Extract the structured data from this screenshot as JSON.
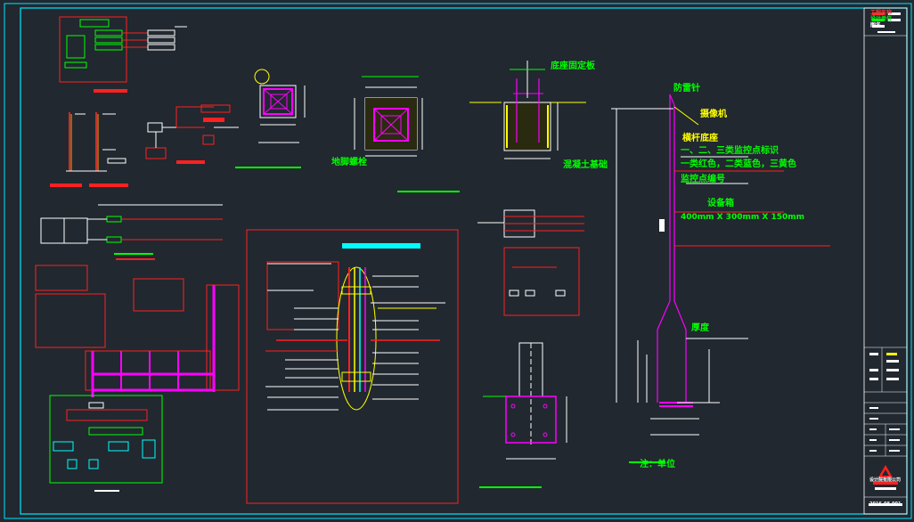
{
  "colors": {
    "background": "#212830",
    "frame": "#00e5ff",
    "white": "#ffffff",
    "red": "#ff2020",
    "green": "#00ff00",
    "yellow": "#ffff00",
    "magenta": "#ff00ff",
    "cyan": "#00ffff"
  },
  "pole_labels": {
    "lightning_rod": "防雷针",
    "camera": "摄像机",
    "cross_arm": "横杆底座",
    "monitor_mark": "一、二、三类监控点标识",
    "monitor_colors": "一类红色，二类蓝色，三黄色",
    "monitor_number": "监控点编号",
    "equipment_box": "设备箱",
    "box_size": "400mm X 300mm X 150mm",
    "thickness": "厚度",
    "note_unit": "注：单位"
  },
  "foundation_labels": {
    "anchor_bolt": "底座固定板",
    "concrete": "混凝土基础",
    "ground_plate": "地脚螺栓"
  },
  "title_block": {
    "red_text_1": "工程名称",
    "red_text_2": "设计单位",
    "red_text_3": "图名",
    "logo_text": "设计院有限公司",
    "drawing_no": "2016-08-001"
  }
}
